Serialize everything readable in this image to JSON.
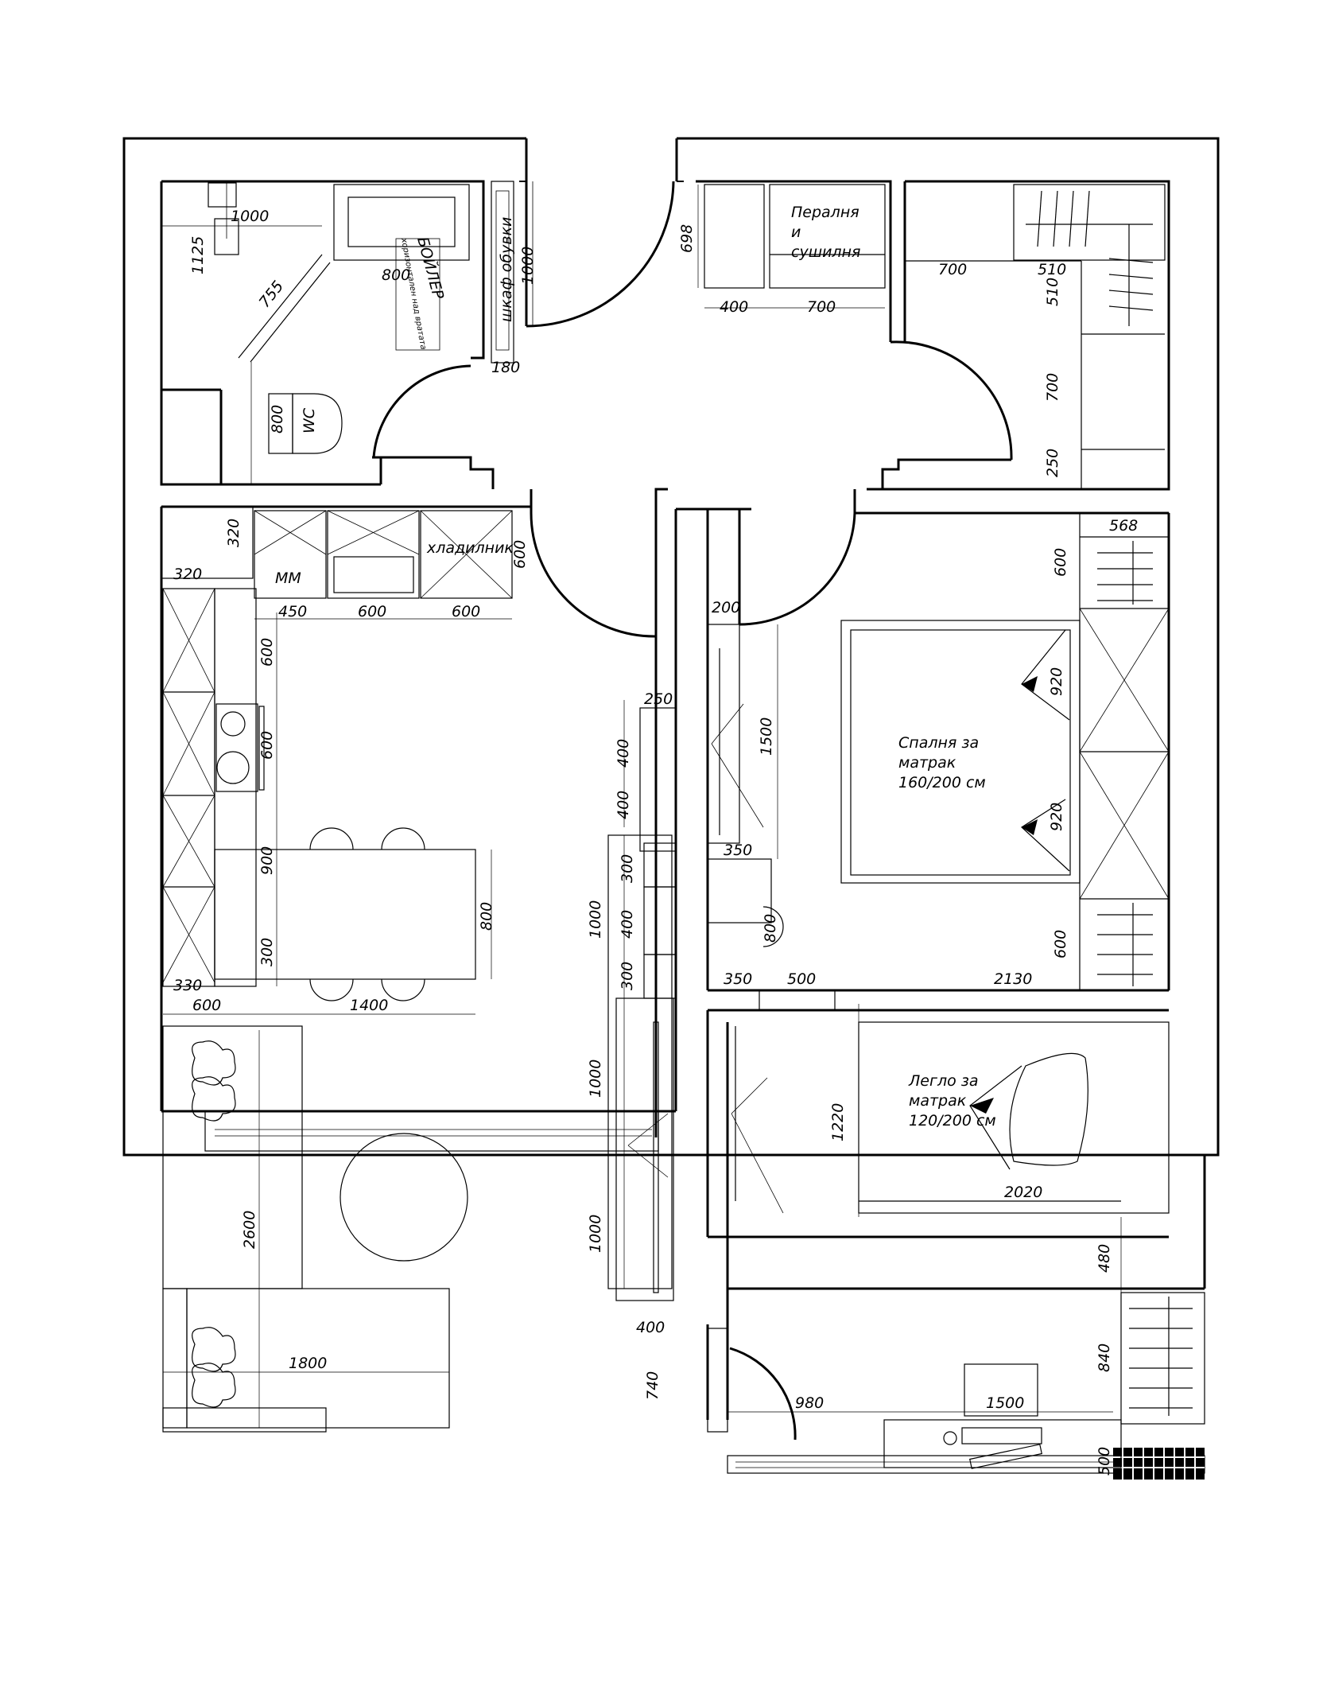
{
  "labels": {
    "boiler": "БОЙЛЕР",
    "boiler_note": "хоризонтален над вратата",
    "shoe_cabinet": "шкаф обувки",
    "laundry_1": "Пералня",
    "laundry_2": "и",
    "laundry_3": "сушилня",
    "wc": "WC",
    "fridge": "хладилник",
    "dishwasher": "ММ",
    "bedroom_1": "Спалня за",
    "bedroom_2": "матрак",
    "bedroom_3": "160/200 см",
    "kid_1": "Легло за",
    "kid_2": "матрак",
    "kid_3": "120/200 см"
  },
  "dims": {
    "d1000a": "1000",
    "d1125": "1125",
    "d755": "755",
    "d800a": "800",
    "d1000b": "1000",
    "d180": "180",
    "d800wc": "800",
    "d698": "698",
    "d400a": "400",
    "d700a": "700",
    "d700b": "700",
    "d510a": "510",
    "d510b": "510",
    "d700c": "700",
    "d250a": "250",
    "d320a": "320",
    "d320b": "320",
    "d600a": "600",
    "d450": "450",
    "d600b": "600",
    "d600c": "600",
    "d600d": "600",
    "d600e": "600",
    "d900": "900",
    "d300a": "300",
    "d800b": "800",
    "d330": "330",
    "d600f": "600",
    "d1400": "1400",
    "d250b": "250",
    "d400b": "400",
    "d400c": "400",
    "d300b": "300",
    "d400d": "400",
    "d300c": "300",
    "d1000c": "1000",
    "d1000d": "1000",
    "d1000e": "1000",
    "d400e": "400",
    "d740": "740",
    "d2600": "2600",
    "d1800": "1800",
    "d568": "568",
    "d600g": "600",
    "d200": "200",
    "d1500a": "1500",
    "d920a": "920",
    "d920b": "920",
    "d350a": "350",
    "d800c": "800",
    "d600h": "600",
    "d350b": "350",
    "d500a": "500",
    "d2130": "2130",
    "d1220": "1220",
    "d2020": "2020",
    "d480": "480",
    "d840": "840",
    "d980": "980",
    "d1500b": "1500",
    "d500b": "500"
  }
}
